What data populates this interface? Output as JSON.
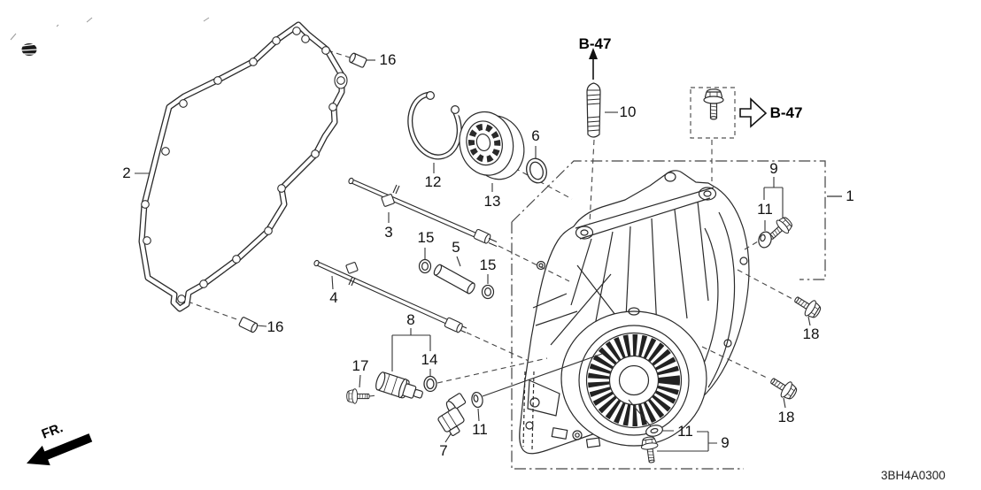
{
  "diagram": {
    "code": "3BH4A0300",
    "front_indicator": "FR.",
    "references": {
      "b47_top": "B-47",
      "b47_side": "B-47"
    },
    "callouts": {
      "case": "1",
      "gasket": "2",
      "shaft_upper": "3",
      "shaft_lower": "4",
      "pipe": "5",
      "seal": "6",
      "switch": "7",
      "sensor_assembly": "8",
      "bolt_upper": "9",
      "bolt_lower": "9",
      "stud": "10",
      "washer_upper": "11",
      "washer_switch": "11",
      "washer_lower": "11",
      "snap_ring": "12",
      "bearing": "13",
      "o_ring": "14",
      "ring_upper": "15",
      "ring_lower": "15",
      "pin_upper": "16",
      "pin_lower": "16",
      "bolt_sensor": "17",
      "bolt_case_upper": "18",
      "bolt_case_lower": "18"
    }
  }
}
